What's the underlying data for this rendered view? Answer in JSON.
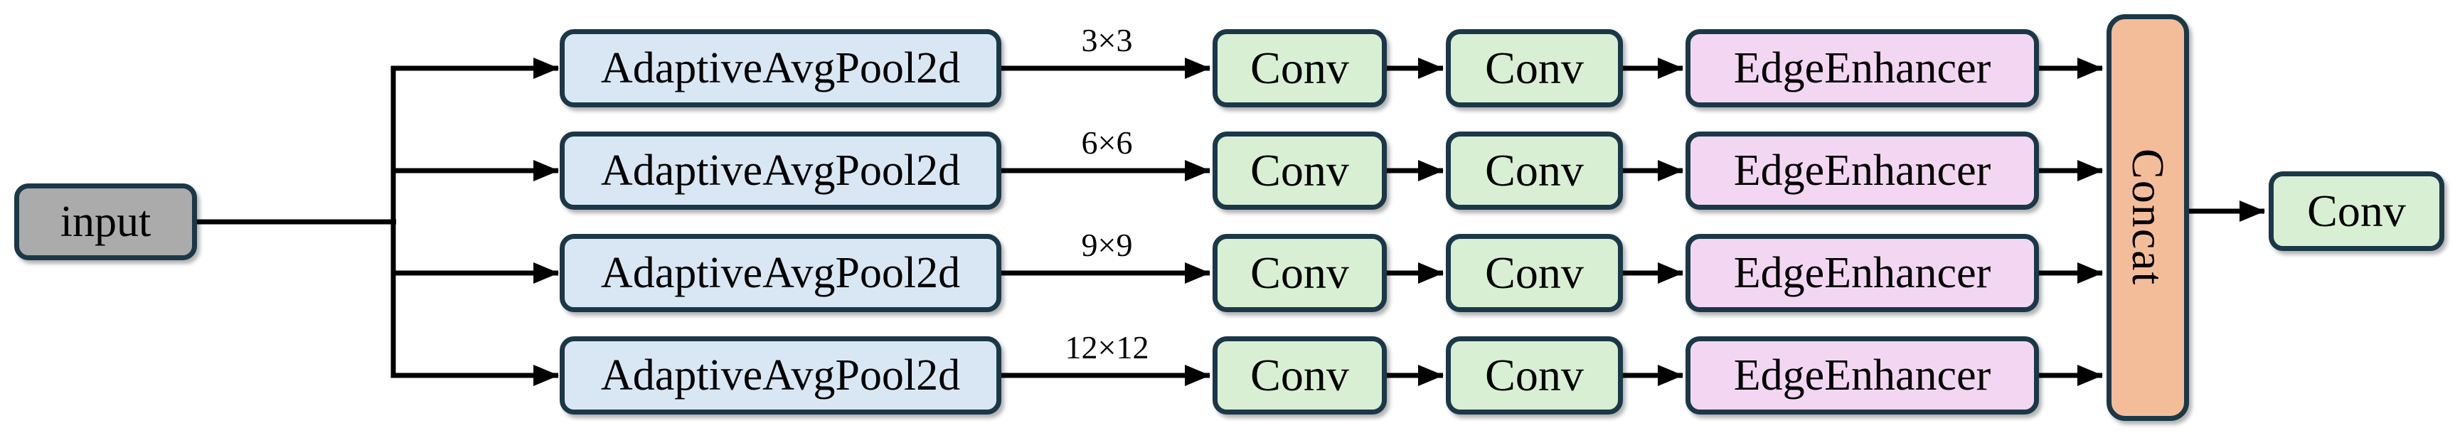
{
  "diagram": {
    "input": {
      "label": "input"
    },
    "branches": [
      {
        "pool": "AdaptiveAvgPool2d",
        "scale": "3×3",
        "conv1": "Conv",
        "conv2": "Conv",
        "enhancer": "EdgeEnhancer"
      },
      {
        "pool": "AdaptiveAvgPool2d",
        "scale": "6×6",
        "conv1": "Conv",
        "conv2": "Conv",
        "enhancer": "EdgeEnhancer"
      },
      {
        "pool": "AdaptiveAvgPool2d",
        "scale": "9×9",
        "conv1": "Conv",
        "conv2": "Conv",
        "enhancer": "EdgeEnhancer"
      },
      {
        "pool": "AdaptiveAvgPool2d",
        "scale": "12×12",
        "conv1": "Conv",
        "conv2": "Conv",
        "enhancer": "EdgeEnhancer"
      }
    ],
    "concat": {
      "label": "Concat"
    },
    "output": {
      "label": "Conv"
    },
    "colors": {
      "input_fill": "#ababab",
      "pool_fill": "#d9e7f4",
      "conv_fill": "#d8efd3",
      "enhancer_fill": "#f3d7f2",
      "concat_fill": "#f4bd9a",
      "node_border": "#1b3848",
      "connector": "#000000",
      "background": "#ffffff"
    }
  }
}
